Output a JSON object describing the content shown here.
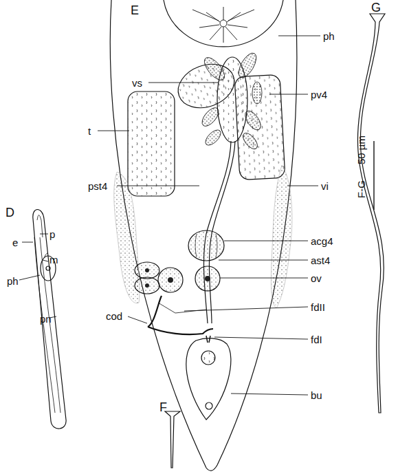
{
  "diagram": {
    "labels": [
      "E",
      "ph",
      "vs",
      "pv4",
      "t",
      "pst4",
      "vi",
      "D",
      "p",
      "e",
      "m",
      "ph",
      "acg4",
      "ast4",
      "ov",
      "cod",
      "fdII",
      "fdI",
      "pn",
      "bu",
      "G",
      "F",
      "F-G",
      "50 µm"
    ]
  }
}
